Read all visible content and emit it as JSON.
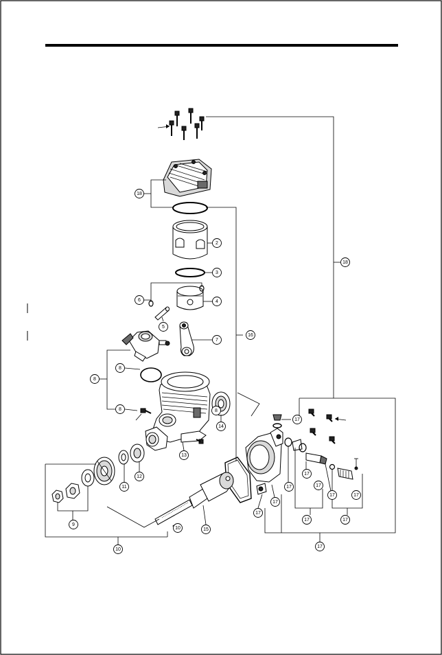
{
  "callouts": [
    {
      "label": "18"
    },
    {
      "label": "2"
    },
    {
      "label": "3"
    },
    {
      "label": "6"
    },
    {
      "label": "4"
    },
    {
      "label": "5"
    },
    {
      "label": "7"
    },
    {
      "label": "16"
    },
    {
      "label": "18"
    },
    {
      "label": "8"
    },
    {
      "label": "8"
    },
    {
      "label": "8"
    },
    {
      "label": "8"
    },
    {
      "label": "14"
    },
    {
      "label": "13"
    },
    {
      "label": "12"
    },
    {
      "label": "11"
    },
    {
      "label": "9"
    },
    {
      "label": "10"
    },
    {
      "label": "10"
    },
    {
      "label": "15"
    },
    {
      "label": "17"
    },
    {
      "label": "17"
    },
    {
      "label": "17"
    },
    {
      "label": "17"
    },
    {
      "label": "17"
    },
    {
      "label": "17"
    },
    {
      "label": "17"
    },
    {
      "label": "17"
    },
    {
      "label": "17"
    },
    {
      "label": "17"
    },
    {
      "label": "17"
    }
  ]
}
